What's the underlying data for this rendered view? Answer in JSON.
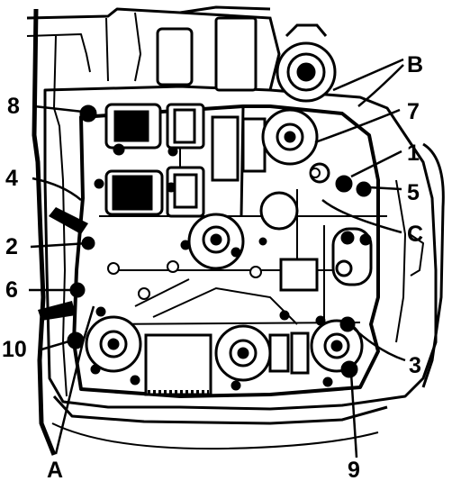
{
  "diagram": {
    "callouts": {
      "c1": "1",
      "c2": "2",
      "c3": "3",
      "c4": "4",
      "c5": "5",
      "c6": "6",
      "c7": "7",
      "c8": "8",
      "c9": "9",
      "c10": "10",
      "cA": "A",
      "cB": "B",
      "cC": "C"
    },
    "colors": {
      "ink": "#000000",
      "background": "#ffffff"
    }
  }
}
